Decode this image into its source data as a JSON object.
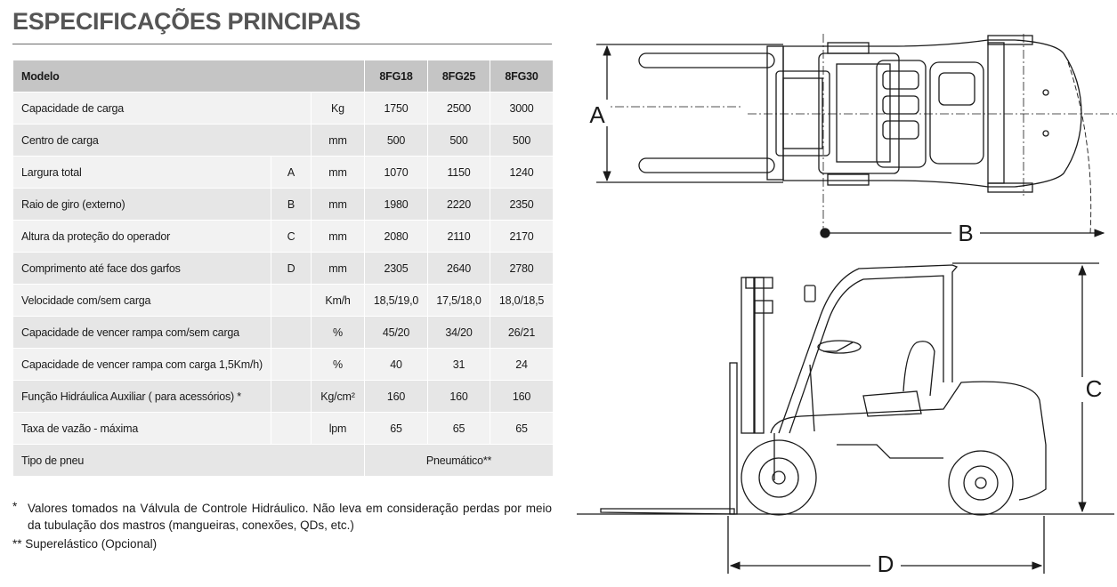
{
  "title": "ESPECIFICAÇÕES PRINCIPAIS",
  "table": {
    "header": {
      "label": "Modelo",
      "models": [
        "8FG18",
        "8FG25",
        "8FG30"
      ]
    },
    "rows": [
      {
        "label": "Capacidade de carga",
        "dim": "",
        "unit": "Kg",
        "values": [
          "1750",
          "2500",
          "3000"
        ]
      },
      {
        "label": "Centro de carga",
        "dim": "",
        "unit": "mm",
        "values": [
          "500",
          "500",
          "500"
        ]
      },
      {
        "label": "Largura total",
        "dim": "A",
        "unit": "mm",
        "values": [
          "1070",
          "1150",
          "1240"
        ]
      },
      {
        "label": "Raio de giro (externo)",
        "dim": "B",
        "unit": "mm",
        "values": [
          "1980",
          "2220",
          "2350"
        ]
      },
      {
        "label": "Altura da proteção do operador",
        "dim": "C",
        "unit": "mm",
        "values": [
          "2080",
          "2110",
          "2170"
        ]
      },
      {
        "label": "Comprimento até face dos garfos",
        "dim": "D",
        "unit": "mm",
        "values": [
          "2305",
          "2640",
          "2780"
        ]
      },
      {
        "label": "Velocidade com/sem carga",
        "dim": "",
        "unit": "Km/h",
        "values": [
          "18,5/19,0",
          "17,5/18,0",
          "18,0/18,5"
        ]
      },
      {
        "label": "Capacidade de vencer rampa com/sem carga",
        "dim": "",
        "unit": "%",
        "values": [
          "45/20",
          "34/20",
          "26/21"
        ]
      },
      {
        "label": "Capacidade de vencer rampa com carga 1,5Km/h)",
        "dim": "",
        "unit": "%",
        "values": [
          "40",
          "31",
          "24"
        ]
      },
      {
        "label": "Função Hidráulica Auxiliar ( para acessórios) *",
        "dim": "",
        "unit": "Kg/cm²",
        "values": [
          "160",
          "160",
          "160"
        ]
      },
      {
        "label": "Taxa de vazão - máxima",
        "dim": "",
        "unit": "lpm",
        "values": [
          "65",
          "65",
          "65"
        ]
      }
    ],
    "tire_row": {
      "label": "Tipo de pneu",
      "value": "Pneumático**"
    }
  },
  "notes": {
    "note1_mark": "*",
    "note1": "Valores tomados na Válvula de Controle Hidráulico. Não leva em consideração perdas por meio da tubulação dos mastros (mangueiras, conexões, QDs, etc.)",
    "note2": "** Superelástico (Opcional)"
  },
  "drawing": {
    "dim_labels": {
      "a": "A",
      "b": "B",
      "c": "C",
      "d": "D"
    }
  }
}
